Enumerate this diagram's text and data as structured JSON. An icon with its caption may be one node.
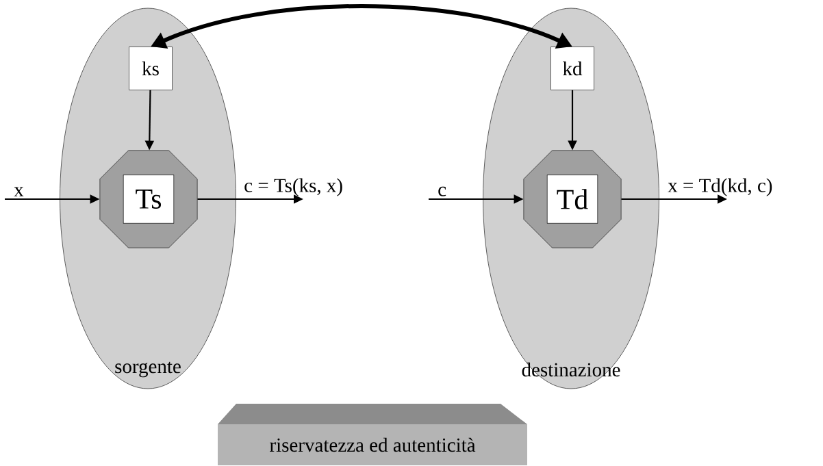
{
  "diagram": {
    "nodes": [
      {
        "text": [
          "sorgente"
        ]
      },
      {
        "text": [
          "ks"
        ],
        "in": 0
      },
      {
        "text": [
          "Ts"
        ],
        "in": 0
      },
      {
        "text": [
          "destinazione"
        ]
      },
      {
        "text": [
          "kd"
        ],
        "in": 3
      },
      {
        "text": [
          "Td"
        ],
        "in": 3
      },
      {
        "text": [
          "riservatezza ed autenticità"
        ]
      }
    ],
    "edges": [
      {
        "from": 1,
        "to": 4,
        "arrow": "both",
        "style": "thick"
      },
      {
        "from": 1,
        "to": 2,
        "arrow": "to"
      },
      {
        "from": null,
        "to": 2,
        "arrow": "to",
        "label": "x"
      },
      {
        "from": 2,
        "to": null,
        "arrow": "to",
        "label": "c = Ts(ks, x)"
      },
      {
        "from": 4,
        "to": 5,
        "arrow": "to"
      },
      {
        "from": null,
        "to": 5,
        "arrow": "to",
        "label": "c"
      },
      {
        "from": 5,
        "to": null,
        "arrow": "to",
        "label": "x = Td(kd, c)"
      }
    ]
  }
}
